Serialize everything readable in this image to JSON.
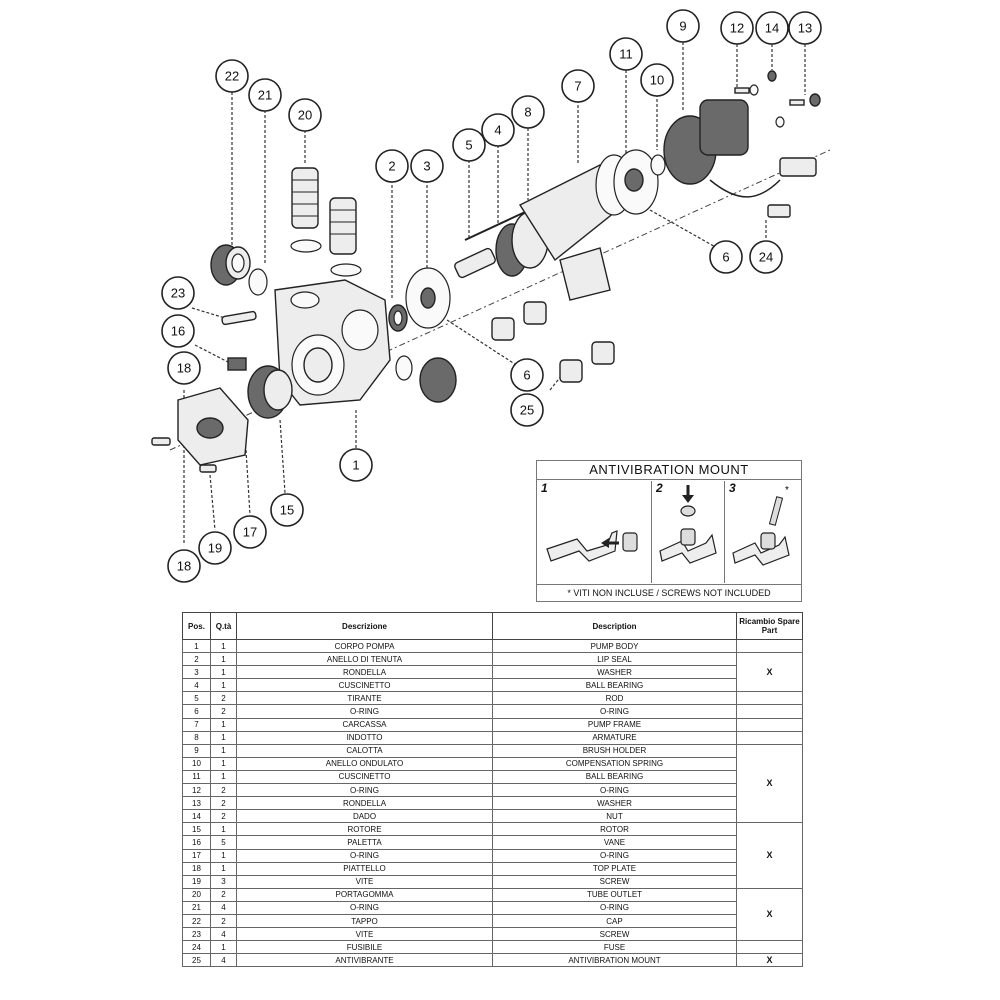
{
  "callouts": [
    "1",
    "2",
    "3",
    "4",
    "5",
    "6",
    "7",
    "8",
    "9",
    "10",
    "11",
    "12",
    "13",
    "14",
    "15",
    "16",
    "17",
    "18",
    "19",
    "20",
    "21",
    "22",
    "23",
    "24",
    "25"
  ],
  "antivibration": {
    "title": "ANTIVIBRATION MOUNT",
    "steps": [
      "1",
      "2",
      "3"
    ],
    "note_mark": "*",
    "footer": "* VITI NON INCLUSE / SCREWS NOT INCLUDED"
  },
  "table": {
    "headers": {
      "pos": "Pos.",
      "qty": "Q.tà",
      "desc_it": "Descrizione",
      "desc_en": "Description",
      "spare": "Ricambio Spare Part"
    },
    "spare_mark": "X",
    "rows": [
      {
        "pos": "1",
        "qty": "1",
        "it": "CORPO POMPA",
        "en": "PUMP BODY"
      },
      {
        "pos": "2",
        "qty": "1",
        "it": "ANELLO DI TENUTA",
        "en": "LIP SEAL"
      },
      {
        "pos": "3",
        "qty": "1",
        "it": "RONDELLA",
        "en": "WASHER"
      },
      {
        "pos": "4",
        "qty": "1",
        "it": "CUSCINETTO",
        "en": "BALL BEARING"
      },
      {
        "pos": "5",
        "qty": "2",
        "it": "TIRANTE",
        "en": "ROD"
      },
      {
        "pos": "6",
        "qty": "2",
        "it": "O-RING",
        "en": "O-RING"
      },
      {
        "pos": "7",
        "qty": "1",
        "it": "CARCASSA",
        "en": "PUMP FRAME"
      },
      {
        "pos": "8",
        "qty": "1",
        "it": "INDOTTO",
        "en": "ARMATURE"
      },
      {
        "pos": "9",
        "qty": "1",
        "it": "CALOTTA",
        "en": "BRUSH HOLDER"
      },
      {
        "pos": "10",
        "qty": "1",
        "it": "ANELLO ONDULATO",
        "en": "COMPENSATION SPRING"
      },
      {
        "pos": "11",
        "qty": "1",
        "it": "CUSCINETTO",
        "en": "BALL BEARING"
      },
      {
        "pos": "12",
        "qty": "2",
        "it": "O-RING",
        "en": "O-RING"
      },
      {
        "pos": "13",
        "qty": "2",
        "it": "RONDELLA",
        "en": "WASHER"
      },
      {
        "pos": "14",
        "qty": "2",
        "it": "DADO",
        "en": "NUT"
      },
      {
        "pos": "15",
        "qty": "1",
        "it": "ROTORE",
        "en": "ROTOR"
      },
      {
        "pos": "16",
        "qty": "5",
        "it": "PALETTA",
        "en": "VANE"
      },
      {
        "pos": "17",
        "qty": "1",
        "it": "O-RING",
        "en": "O-RING"
      },
      {
        "pos": "18",
        "qty": "1",
        "it": "PIATTELLO",
        "en": "TOP PLATE"
      },
      {
        "pos": "19",
        "qty": "3",
        "it": "VITE",
        "en": "SCREW"
      },
      {
        "pos": "20",
        "qty": "2",
        "it": "PORTAGOMMA",
        "en": "TUBE OUTLET"
      },
      {
        "pos": "21",
        "qty": "4",
        "it": "O-RING",
        "en": "O-RING"
      },
      {
        "pos": "22",
        "qty": "2",
        "it": "TAPPO",
        "en": "CAP"
      },
      {
        "pos": "23",
        "qty": "4",
        "it": "VITE",
        "en": "SCREW"
      },
      {
        "pos": "24",
        "qty": "1",
        "it": "FUSIBILE",
        "en": "FUSE"
      },
      {
        "pos": "25",
        "qty": "4",
        "it": "ANTIVIBRANTE",
        "en": "ANTIVIBRATION MOUNT"
      }
    ]
  }
}
